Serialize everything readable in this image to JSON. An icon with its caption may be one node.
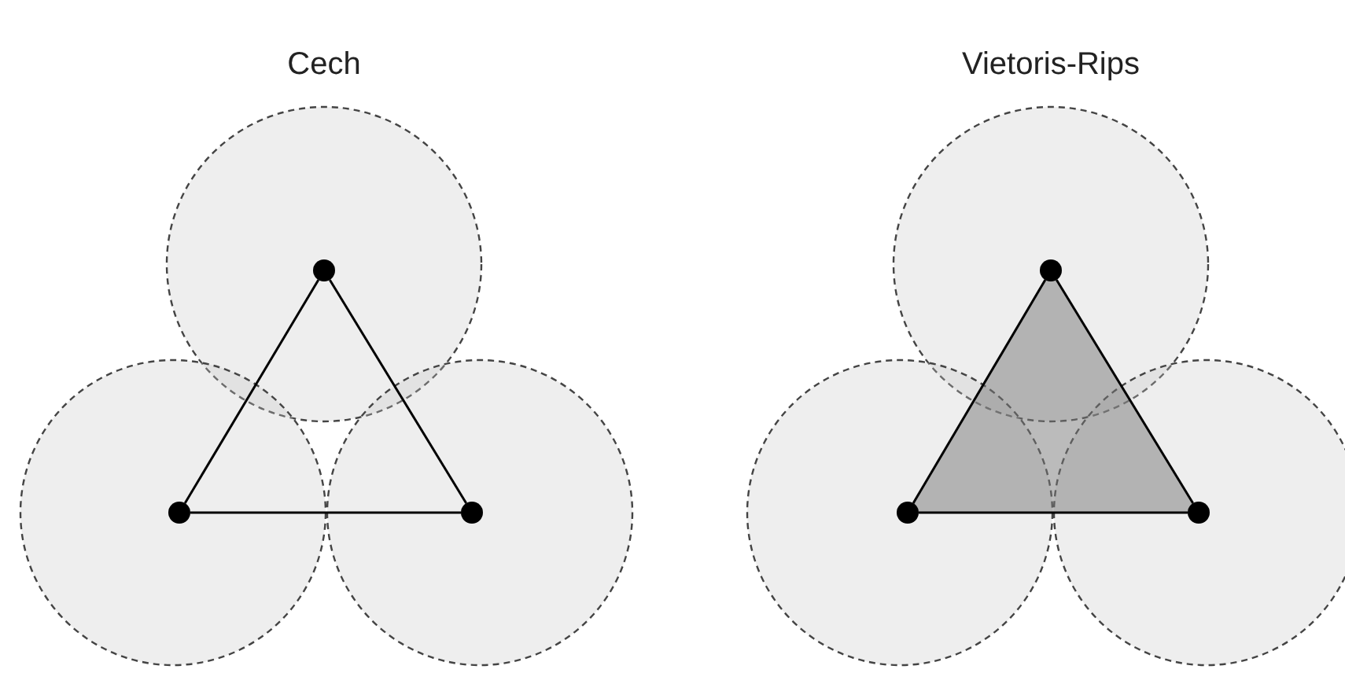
{
  "diagram": {
    "nodes": [
      {
        "text": [],
        "shape": "circle"
      },
      {
        "text": [],
        "shape": "circle"
      },
      {
        "text": [],
        "shape": "circle"
      },
      {
        "text": [],
        "shape": "circle"
      },
      {
        "text": [],
        "shape": "circle"
      },
      {
        "text": [],
        "shape": "circle"
      }
    ],
    "edges": [
      {
        "from": 0,
        "to": 1,
        "arrow": "none"
      },
      {
        "from": 0,
        "to": 2,
        "arrow": "none"
      },
      {
        "from": 1,
        "to": 2,
        "arrow": "none"
      },
      {
        "from": 3,
        "to": 4,
        "arrow": "none"
      },
      {
        "from": 3,
        "to": 5,
        "arrow": "none"
      },
      {
        "from": 4,
        "to": 5,
        "arrow": "none"
      }
    ],
    "labels": [
      "Cech",
      "Vietoris-Rips"
    ]
  }
}
